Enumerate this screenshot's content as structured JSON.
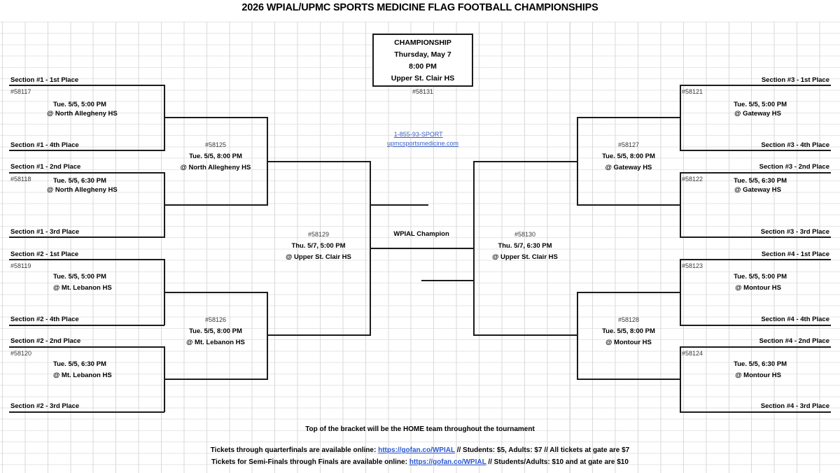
{
  "title": "2026 WPIAL/UPMC SPORTS MEDICINE FLAG FOOTBALL CHAMPIONSHIPS",
  "championship": {
    "heading": "CHAMPIONSHIP",
    "date": "Thursday, May 7",
    "time": "8:00 PM",
    "site": "Upper St. Clair HS",
    "game_id": "#58131",
    "champion_label": "WPIAL Champion"
  },
  "sponsor": {
    "phone": "1-855-93-SPORT",
    "website": "upmcsportsmedicine.com"
  },
  "seeds": {
    "s1_1st": "Section #1 - 1st Place",
    "s1_4th": "Section #1 - 4th Place",
    "s1_2nd": "Section #1 - 2nd Place",
    "s1_3rd": "Section #1 - 3rd Place",
    "s2_1st": "Section #2 - 1st Place",
    "s2_4th": "Section #2 - 4th Place",
    "s2_2nd": "Section #2 - 2nd Place",
    "s2_3rd": "Section #2 - 3rd Place",
    "s3_1st": "Section #3 - 1st Place",
    "s3_4th": "Section #3 - 4th Place",
    "s3_2nd": "Section #3 - 2nd Place",
    "s3_3rd": "Section #3 - 3rd Place",
    "s4_1st": "Section #4 - 1st Place",
    "s4_4th": "Section #4 - 4th Place",
    "s4_2nd": "Section #4 - 2nd Place",
    "s4_3rd": "Section #4 - 3rd Place"
  },
  "games": {
    "g58117": {
      "id": "#58117",
      "when": "Tue. 5/5, 5:00 PM",
      "site": "@ North Allegheny HS"
    },
    "g58118": {
      "id": "#58118",
      "when": "Tue. 5/5, 6:30 PM",
      "site": "@ North Allegheny HS"
    },
    "g58119": {
      "id": "#58119",
      "when": "Tue. 5/5, 5:00 PM",
      "site": "@ Mt. Lebanon HS"
    },
    "g58120": {
      "id": "#58120",
      "when": "Tue. 5/5, 6:30 PM",
      "site": "@ Mt. Lebanon HS"
    },
    "g58121": {
      "id": "#58121",
      "when": "Tue. 5/5, 5:00 PM",
      "site": "@ Gateway HS"
    },
    "g58122": {
      "id": "#58122",
      "when": "Tue. 5/5, 6:30 PM",
      "site": "@ Gateway HS"
    },
    "g58123": {
      "id": "#58123",
      "when": "Tue. 5/5, 5:00 PM",
      "site": "@ Montour HS"
    },
    "g58124": {
      "id": "#58124",
      "when": "Tue. 5/5, 6:30 PM",
      "site": "@ Montour HS"
    },
    "g58125": {
      "id": "#58125",
      "when": "Tue. 5/5, 8:00 PM",
      "site": "@ North Allegheny HS"
    },
    "g58126": {
      "id": "#58126",
      "when": "Tue. 5/5, 8:00 PM",
      "site": "@ Mt. Lebanon HS"
    },
    "g58127": {
      "id": "#58127",
      "when": "Tue. 5/5, 8:00 PM",
      "site": "@ Gateway HS"
    },
    "g58128": {
      "id": "#58128",
      "when": "Tue. 5/5, 8:00 PM",
      "site": "@ Montour HS"
    },
    "g58129": {
      "id": "#58129",
      "when": "Thu. 5/7, 5:00 PM",
      "site": "@ Upper St. Clair HS"
    },
    "g58130": {
      "id": "#58130",
      "when": "Thu. 5/7, 6:30 PM",
      "site": "@ Upper St. Clair HS"
    }
  },
  "footer": {
    "home_note": "Top of the bracket will be the HOME team throughout the tournament",
    "line1_a": "Tickets through quarterfinals are available online:",
    "line1_link": "https://gofan.co/WPIAL",
    "line1_b": "// Students: $5, Adults: $7 // All tickets at gate are $7",
    "line2_a": "Tickets for Semi-Finals through Finals are available online:",
    "line2_link": "https://gofan.co/WPIAL",
    "line2_b": "// Students/Adults: $10 and at gate are $10"
  },
  "colors": {
    "stroke": "#1c1c1c",
    "grid": "#d9d9d9",
    "link": "#2b5ad0",
    "sponsor_link": "#3b5fbe"
  }
}
